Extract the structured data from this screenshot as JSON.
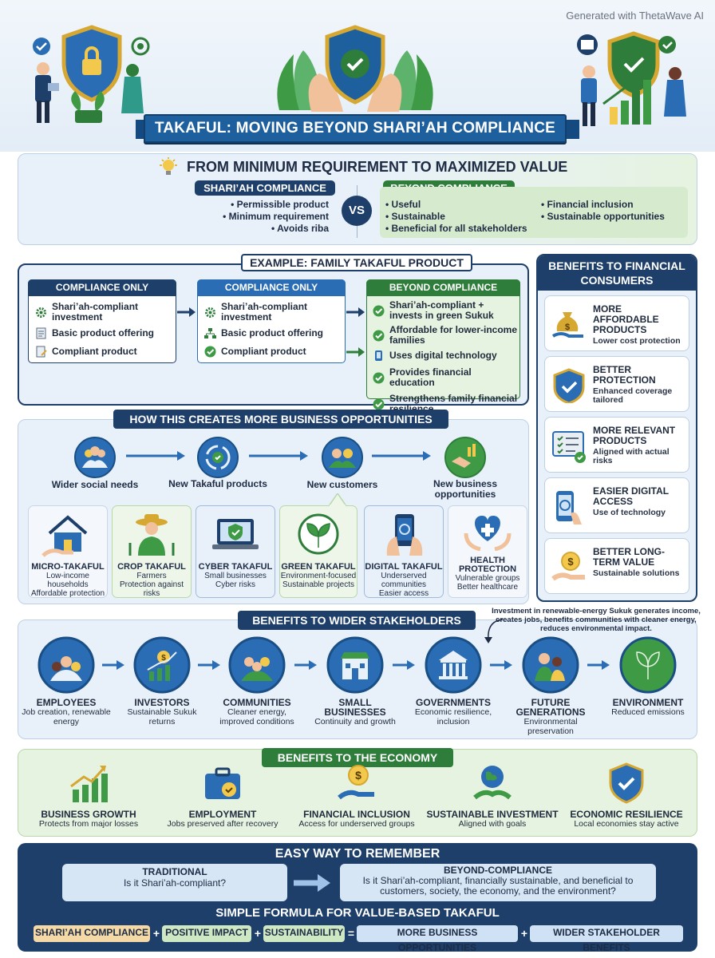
{
  "watermark": "Generated with ThetaWave AI",
  "title": "TAKAFUL: MOVING BEYOND SHARI’AH COMPLIANCE",
  "colors": {
    "navy": "#1d3f6a",
    "blue": "#2a6db4",
    "green": "#2f7d3a",
    "lightBlue": "#e8f1fa",
    "lightGreen": "#e6f3e0"
  },
  "comparison": {
    "heading": "FROM MINIMUM REQUIREMENT TO MAXIMIZED VALUE",
    "left_tag": "SHARI’AH COMPLIANCE",
    "left_items": [
      "• Permissible product",
      "• Minimum requirement",
      "• Avoids riba"
    ],
    "vs": "VS",
    "right_tag": "BEYOND COMPLIANCE",
    "right_items_col1": [
      "• Useful",
      "• Sustainable",
      "• Beneficial for all stakeholders"
    ],
    "right_items_col2": [
      "• Financial inclusion",
      "• Sustainable opportunities"
    ]
  },
  "example": {
    "heading": "EXAMPLE: FAMILY TAKAFUL PRODUCT",
    "col1": {
      "tag": "COMPLIANCE ONLY",
      "items": [
        "Shari’ah-compliant investment",
        "Basic product offering",
        "Compliant product"
      ]
    },
    "col2": {
      "tag": "COMPLIANCE ONLY",
      "items": [
        "Shari’ah-compliant investment",
        "Basic product offering",
        "Compliant product"
      ]
    },
    "col3": {
      "tag": "BEYOND COMPLIANCE",
      "items": [
        "Shari’ah-compliant + invests in green Sukuk",
        "Affordable for lower-income families",
        "Uses digital technology",
        "Provides financial education",
        "Strengthens family financial resilience"
      ]
    }
  },
  "consumers": {
    "heading": "BENEFITS TO FINANCIAL CONSUMERS",
    "items": [
      {
        "title": "MORE AFFORDABLE PRODUCTS",
        "sub": "Lower cost protection",
        "icon": "money-bag-hand-icon"
      },
      {
        "title": "BETTER PROTECTION",
        "sub": "Enhanced coverage tailored",
        "icon": "shield-check-icon"
      },
      {
        "title": "MORE RELEVANT PRODUCTS",
        "sub": "Aligned with actual risks",
        "icon": "checklist-screen-icon"
      },
      {
        "title": "EASIER DIGITAL ACCESS",
        "sub": "Use of technology",
        "icon": "phone-touch-icon"
      },
      {
        "title": "BETTER LONG-TERM VALUE",
        "sub": "Sustainable solutions",
        "icon": "coin-hand-icon"
      }
    ]
  },
  "opportunities": {
    "heading": "HOW THIS CREATES MORE BUSINESS OPPORTUNITIES",
    "flow": [
      "Wider social needs",
      "New Takaful products",
      "New customers",
      "New business opportunities"
    ],
    "products": [
      {
        "title": "MICRO-TAKAFUL",
        "lines": [
          "Low-income households",
          "Affordable protection"
        ],
        "icon": "house-icon"
      },
      {
        "title": "CROP TAKAFUL",
        "lines": [
          "Farmers",
          "Protection against risks"
        ],
        "icon": "farmer-icon"
      },
      {
        "title": "CYBER TAKAFUL",
        "lines": [
          "Small businesses",
          "Cyber risks"
        ],
        "icon": "laptop-shield-icon"
      },
      {
        "title": "GREEN TAKAFUL",
        "lines": [
          "Environment-focused",
          "Sustainable projects"
        ],
        "icon": "leaf-icon"
      },
      {
        "title": "DIGITAL TAKAFUL",
        "lines": [
          "Underserved communities",
          "Easier access"
        ],
        "icon": "phone-hand-icon"
      },
      {
        "title": "HEALTH PROTECTION",
        "lines": [
          "Vulnerable groups",
          "Better healthcare"
        ],
        "icon": "heart-hands-icon"
      }
    ]
  },
  "stakeholders": {
    "heading": "BENEFITS TO WIDER STAKEHOLDERS",
    "note": "Investment in renewable-energy Sukuk generates income, creates jobs, benefits communities with cleaner energy, reduces environmental impact.",
    "items": [
      {
        "title": "EMPLOYEES",
        "sub": "Job creation, renewable energy"
      },
      {
        "title": "INVESTORS",
        "sub": "Sustainable Sukuk returns"
      },
      {
        "title": "COMMUNITIES",
        "sub": "Cleaner energy, improved conditions"
      },
      {
        "title": "SMALL BUSINESSES",
        "sub": "Continuity and growth"
      },
      {
        "title": "GOVERNMENTS",
        "sub": "Economic resilience, inclusion"
      },
      {
        "title": "FUTURE GENERATIONS",
        "sub": "Environmental preservation"
      },
      {
        "title": "ENVIRONMENT",
        "sub": "Reduced emissions"
      }
    ]
  },
  "economy": {
    "heading": "BENEFITS TO THE ECONOMY",
    "items": [
      {
        "title": "BUSINESS GROWTH",
        "sub": "Protects from major losses"
      },
      {
        "title": "EMPLOYMENT",
        "sub": "Jobs preserved after recovery"
      },
      {
        "title": "FINANCIAL INCLUSION",
        "sub": "Access for underserved groups"
      },
      {
        "title": "SUSTAINABLE INVESTMENT",
        "sub": "Aligned with goals"
      },
      {
        "title": "ECONOMIC RESILIENCE",
        "sub": "Local economies stay active"
      }
    ]
  },
  "remember": {
    "heading": "EASY WAY TO REMEMBER",
    "traditional_title": "TRADITIONAL",
    "traditional_text": "Is it Shari’ah-compliant?",
    "beyond_title": "BEYOND-COMPLIANCE",
    "beyond_text": "Is it Shari’ah-compliant, financially sustainable, and beneficial to customers, society, the economy, and the environment?",
    "formula_heading": "SIMPLE FORMULA FOR VALUE-BASED TAKAFUL",
    "formula": [
      "SHARI’AH COMPLIANCE",
      "POSITIVE IMPACT",
      "SUSTAINABILITY",
      "MORE BUSINESS OPPORTUNITIES",
      "WIDER STAKEHOLDER BENEFITS"
    ],
    "plus": "+",
    "equals": "="
  }
}
